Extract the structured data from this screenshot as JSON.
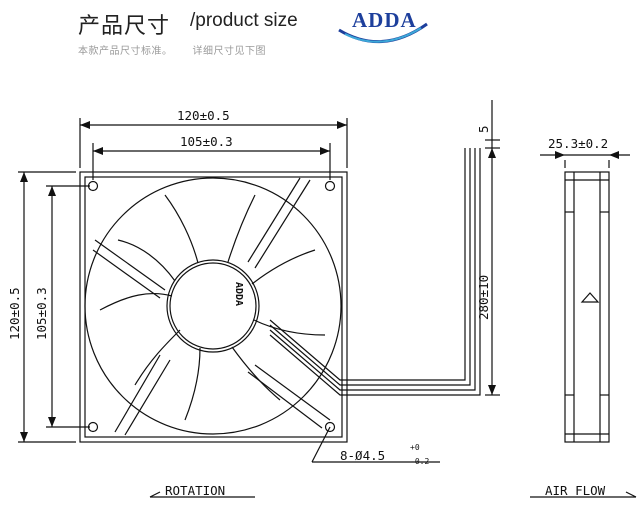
{
  "header": {
    "title_cn": "产品尺寸",
    "title_en": "/product size",
    "subtitle_left": "本款产品尺寸标准。",
    "subtitle_right": "详细尺寸见下图",
    "brand": "ADDA",
    "brand_color": "#1d3f9c"
  },
  "front_view": {
    "width_outer": "120±0.5",
    "width_holes": "105±0.3",
    "height_outer": "120±0.5",
    "height_holes": "105±0.3",
    "hub_logo": "ADDA",
    "hole_spec": "8-Ø4.5",
    "hole_tol_upper": "+0",
    "hole_tol_lower": "-0.2",
    "lead_length": "280±10",
    "lead_offset": "5"
  },
  "side_view": {
    "thickness": "25.3±0.2"
  },
  "labels": {
    "rotation": "ROTATION",
    "air_flow": "AIR FLOW"
  }
}
